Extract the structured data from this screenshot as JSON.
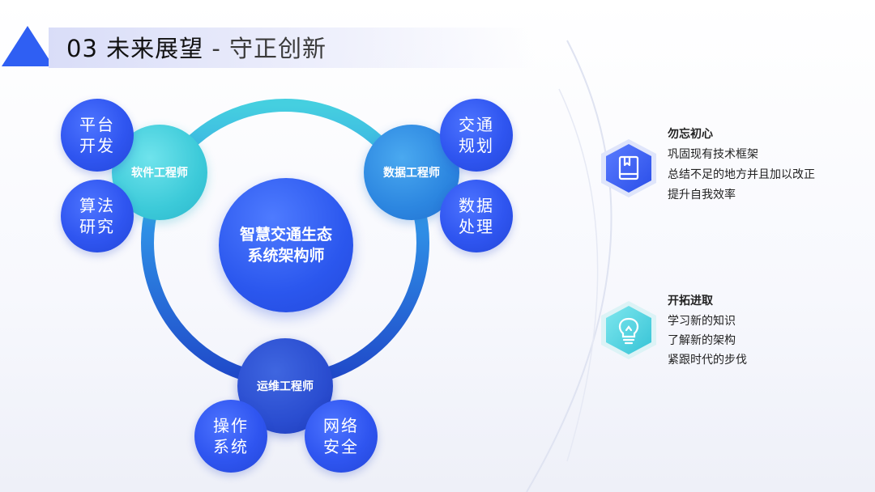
{
  "header": {
    "number": "03",
    "title": "未来展望",
    "separator": "-",
    "subtitle": "守正创新"
  },
  "diagram": {
    "center": "智慧交通生态系统架构师",
    "roles": [
      {
        "label": "软件工程师",
        "skills": [
          "平台开发",
          "算法研究"
        ]
      },
      {
        "label": "数据工程师",
        "skills": [
          "交通规划",
          "数据处理"
        ]
      },
      {
        "label": "运维工程师",
        "skills": [
          "操作系统",
          "网络安全"
        ]
      }
    ]
  },
  "goals": [
    {
      "icon": "book-icon",
      "title": "勿忘初心",
      "lines": [
        "巩固现有技术框架",
        "总结不足的地方并且加以改正",
        "提升自我效率"
      ]
    },
    {
      "icon": "lightbulb-icon",
      "title": "开拓进取",
      "lines": [
        "学习新的知识",
        "了解新的架构",
        "紧跟时代的步伐"
      ]
    }
  ],
  "colors": {
    "primary_blue": "#2f55f0",
    "cyan": "#3fc9d9",
    "deep_blue": "#1f48c8"
  }
}
